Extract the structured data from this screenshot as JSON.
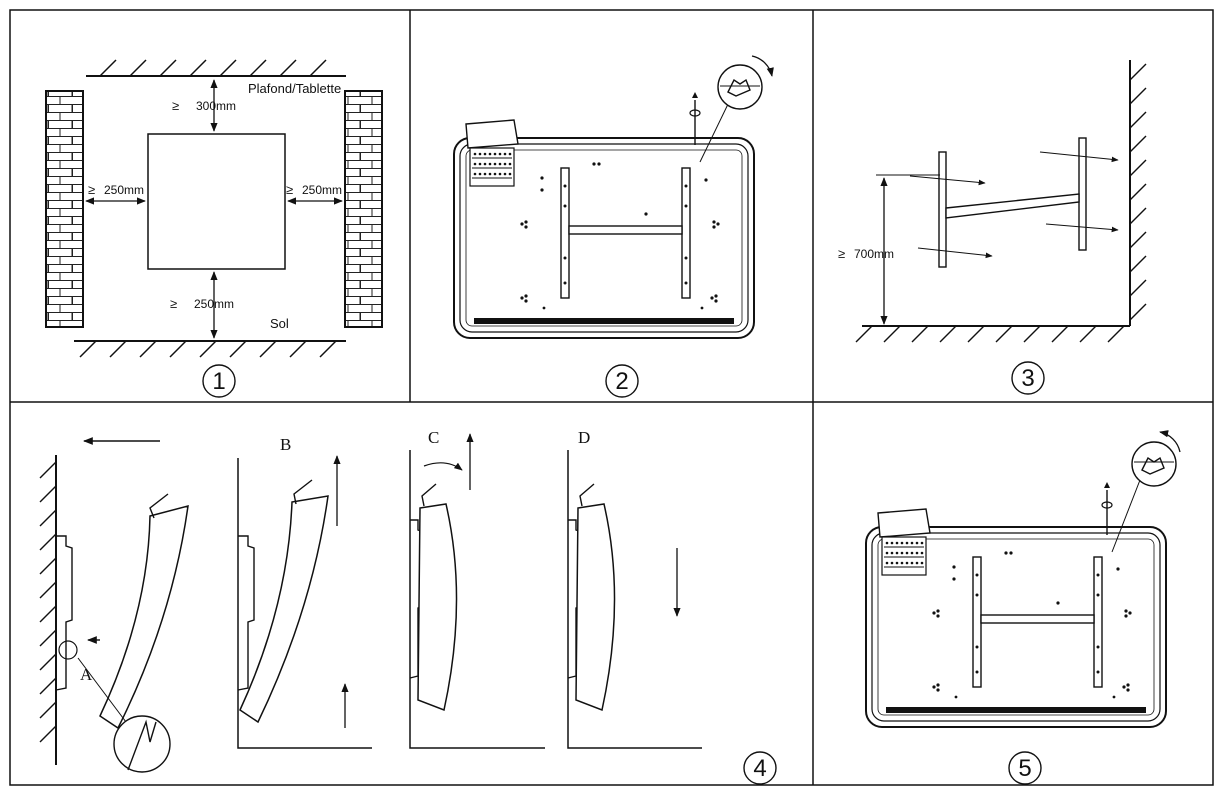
{
  "step1": {
    "number": "1",
    "ceiling_label": "Plafond/Tablette",
    "floor_label": "Sol",
    "top_clearance": "300mm",
    "left_clearance": "250mm",
    "right_clearance": "250mm",
    "bottom_clearance": "250mm",
    "geq_symbol": "≥"
  },
  "step2": {
    "number": "2"
  },
  "step3": {
    "number": "3",
    "height_clearance": "700mm",
    "geq_symbol": "≥"
  },
  "step4": {
    "number": "4",
    "detail_label_a": "A",
    "phase_b": "B",
    "phase_c": "C",
    "phase_d": "D"
  },
  "step5": {
    "number": "5"
  }
}
